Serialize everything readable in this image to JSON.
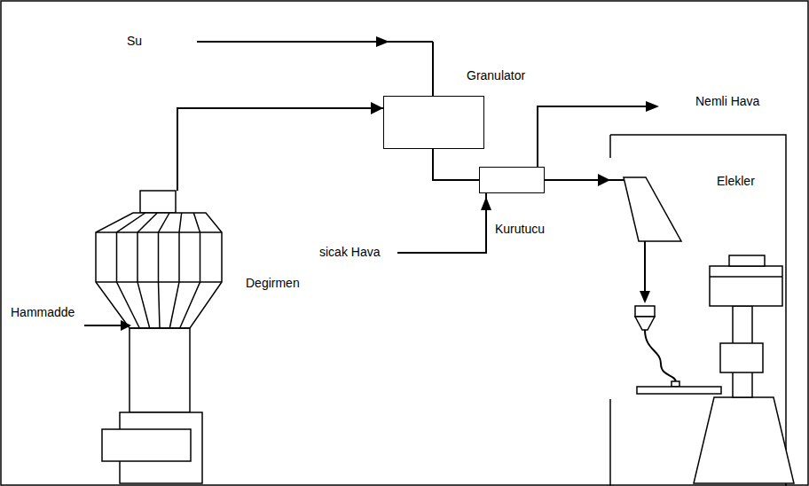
{
  "diagram": {
    "nodes": [
      {
        "text": [
          "Degirmen"
        ]
      },
      {
        "text": [
          "Granulator"
        ]
      },
      {
        "text": [
          "Kurutucu"
        ]
      },
      {
        "text": [
          "Elekler"
        ]
      }
    ],
    "edges": [
      {
        "from": 0,
        "to": 1,
        "arrow": "to"
      },
      {
        "from": 1,
        "to": 2,
        "arrow": "none"
      },
      {
        "from": 2,
        "to": 3,
        "arrow": "to"
      }
    ],
    "labels": [
      "Su",
      "sicak Hava",
      "Hammadde",
      "Nemli Hava"
    ]
  }
}
